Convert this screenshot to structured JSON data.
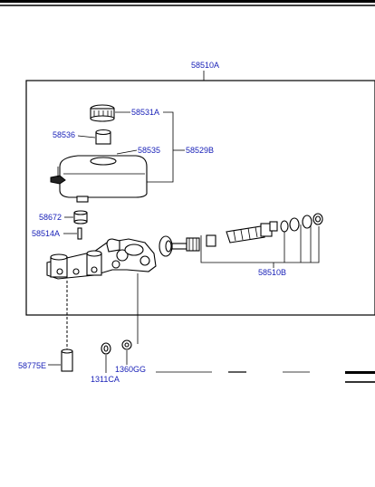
{
  "labels": {
    "assembly": "58510A",
    "reservoir_cap": "58531A",
    "cap_strainer": "58536",
    "reservoir": "58535",
    "reservoir_assy": "58529B",
    "grommet": "58672",
    "pin": "58514A",
    "piston_kit": "58510B",
    "plug": "58775E",
    "nut": "1311CA",
    "gasket": "1360GG"
  },
  "colors": {
    "label_text": "#1a22b8",
    "line": "#000000",
    "background": "#ffffff"
  }
}
